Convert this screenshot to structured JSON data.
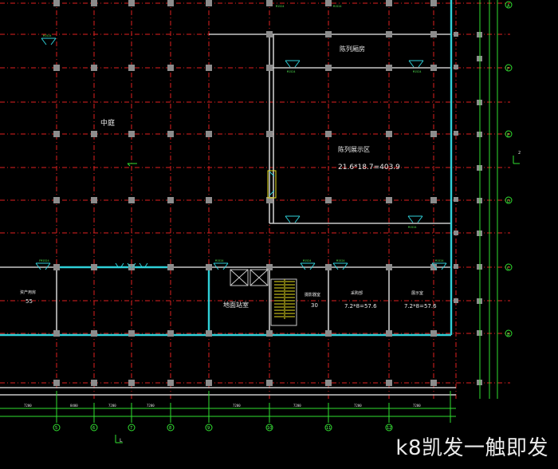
{
  "rooms": {
    "courtyard": "中庭",
    "exhibit_room": "陈列厢房",
    "exhibit_area": "陈列展示区",
    "exhibit_area_calc": "21.6*18.7=403.9",
    "ground_station": "地面站室",
    "room_left_name": "资产用房",
    "room_left_area": "55",
    "room_mid_name": "摄影器室",
    "room_mid_area": "30",
    "room_c_name": "采购部",
    "room_c_calc": "7.2*8=57.6",
    "room_d_name": "展示室",
    "room_d_calc": "7.2*8=57.6"
  },
  "axis_labels": {
    "bottom_axis_letter": "L",
    "right_axis_letter": "2",
    "bottom_numbers": [
      "5",
      "6",
      "7",
      "8",
      "9",
      "10",
      "11",
      "12"
    ],
    "right_letters": [
      "F",
      "E",
      "D",
      "C",
      "B",
      "A"
    ]
  },
  "door_tags": {
    "generic": "M1524",
    "frame": "FM1524"
  },
  "dimension_labels": [
    "7200",
    "8400",
    "7200",
    "7200",
    "7200",
    "7200",
    "7200",
    "7200"
  ],
  "colors": {
    "background": "#000000",
    "grid_red": "#e02020",
    "column": "#909090",
    "wall_cyan": "#2fd0d8",
    "axis_green": "#30e030",
    "text": "#e8e8e8",
    "stair_yellow": "#e8e020"
  },
  "watermark": "k8凯发一触即发"
}
